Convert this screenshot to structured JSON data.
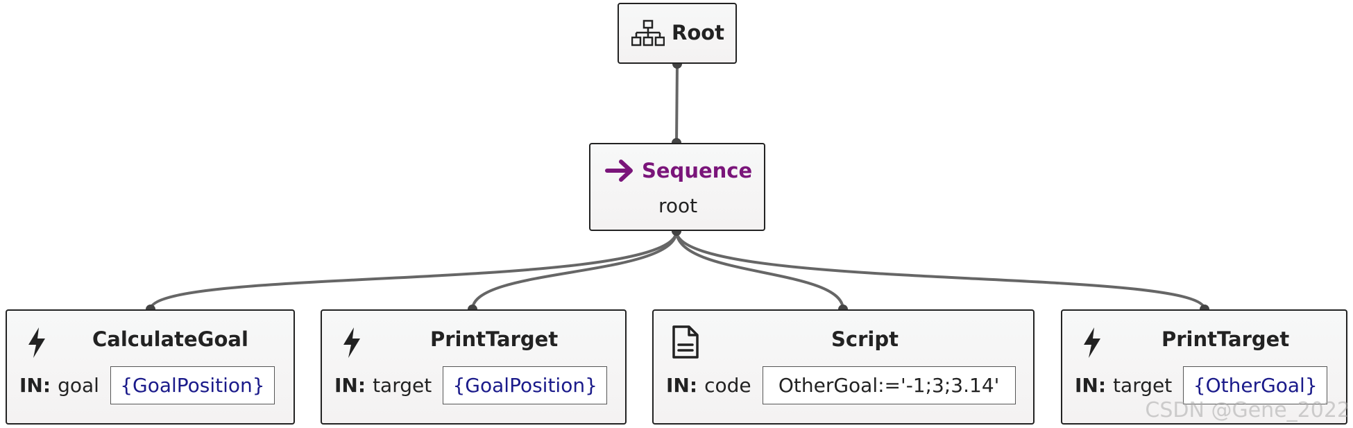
{
  "root": {
    "title": "Root",
    "icon": "hierarchy-icon"
  },
  "sequence": {
    "title": "Sequence",
    "subtitle": "root",
    "icon": "arrow-right-icon",
    "accent": "#7a157a"
  },
  "children": [
    {
      "title": "CalculateGoal",
      "icon": "lightning-icon",
      "port_label": "IN:",
      "port_name": "goal",
      "port_value": "{GoalPosition}"
    },
    {
      "title": "PrintTarget",
      "icon": "lightning-icon",
      "port_label": "IN:",
      "port_name": "target",
      "port_value": "{GoalPosition}"
    },
    {
      "title": "Script",
      "icon": "document-icon",
      "port_label": "IN:",
      "port_name": "code",
      "port_value": "OtherGoal:='-1;3;3.14'"
    },
    {
      "title": "PrintTarget",
      "icon": "lightning-icon",
      "port_label": "IN:",
      "port_name": "target",
      "port_value": "{OtherGoal}"
    }
  ],
  "watermark": "CSDN @Gene_2022"
}
